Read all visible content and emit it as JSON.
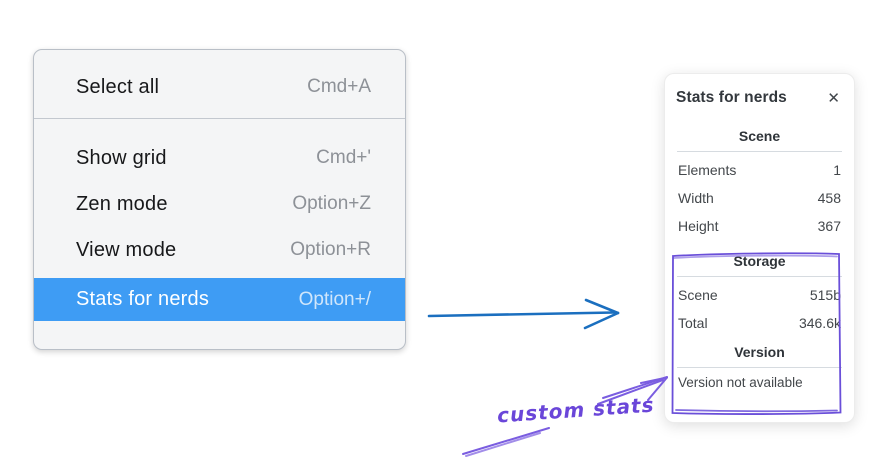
{
  "colors": {
    "menu_background": "#f4f5f6",
    "menu_border": "#b9bfc7",
    "highlight_blue": "#3e9cf4",
    "menu_text": "#17181a",
    "shortcut_gray": "#8d9197",
    "arrow_blue": "#1b6fbf",
    "annotation_purple": "#6a4fd9",
    "panel_text": "#3c4044"
  },
  "context_menu": {
    "items": [
      {
        "label": "Select all",
        "shortcut": "Cmd+A",
        "selected": false
      },
      {
        "label": "Show grid",
        "shortcut": "Cmd+'",
        "selected": false
      },
      {
        "label": "Zen mode",
        "shortcut": "Option+Z",
        "selected": false
      },
      {
        "label": "View mode",
        "shortcut": "Option+R",
        "selected": false
      },
      {
        "label": "Stats for nerds",
        "shortcut": "Option+/",
        "selected": true
      }
    ]
  },
  "stats_panel": {
    "title": "Stats for nerds",
    "close_glyph": "✕",
    "scene_section": {
      "heading": "Scene",
      "rows": [
        {
          "label": "Elements",
          "value": "1"
        },
        {
          "label": "Width",
          "value": "458"
        },
        {
          "label": "Height",
          "value": "367"
        }
      ]
    },
    "storage_section": {
      "heading": "Storage",
      "rows": [
        {
          "label": "Scene",
          "value": "515b"
        },
        {
          "label": "Total",
          "value": "346.6k"
        }
      ]
    },
    "version_section": {
      "heading": "Version",
      "note": "Version not available"
    }
  },
  "annotation": {
    "label": "custom stats"
  }
}
